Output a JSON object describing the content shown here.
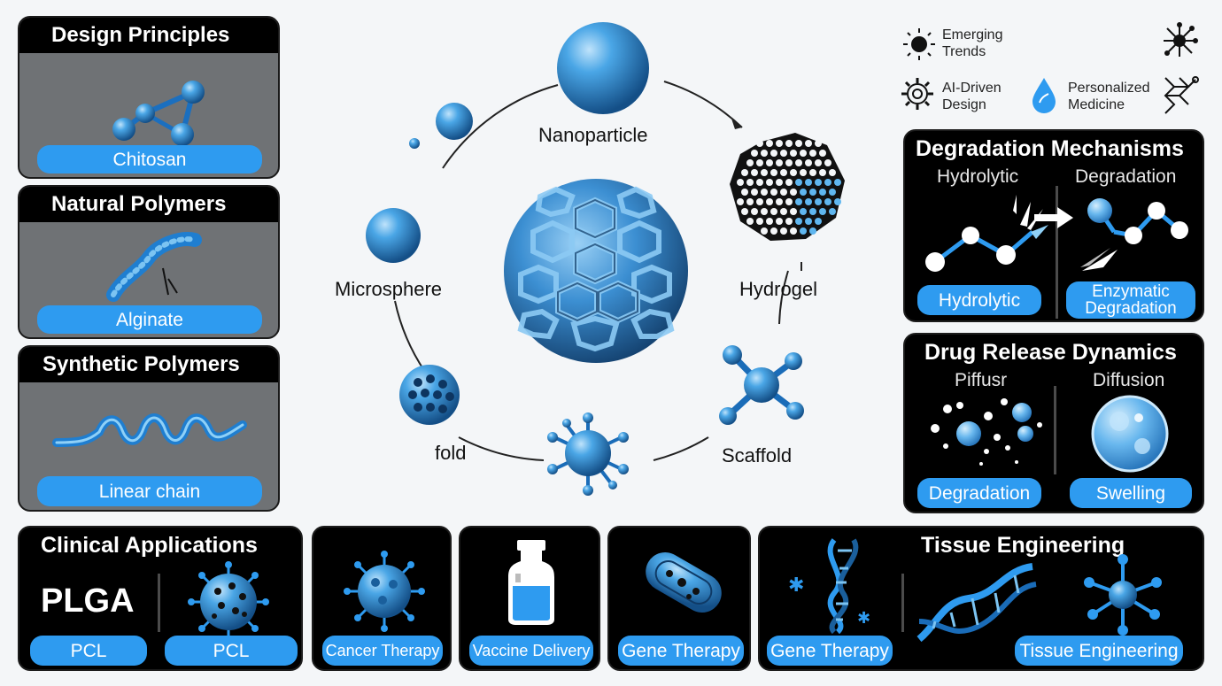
{
  "left_panels": [
    {
      "title": "Design Principles",
      "pill": "Chitosan"
    },
    {
      "title": "Natural Polymers",
      "pill": "Alginate"
    },
    {
      "title": "Synthetic Polymers",
      "pill": "Linear chain"
    }
  ],
  "center": {
    "nanoparticle": "Nanoparticle",
    "microsphere": "Microsphere",
    "hydrogel": "Hydrogel",
    "fold": "fold",
    "scaffold": "Scaffold"
  },
  "legend": {
    "emerging": "Emerging Trends",
    "ai": "AI-Driven Design",
    "personalized": "Personalized Medicine"
  },
  "degradation": {
    "title": "Degradation Mechanisms",
    "left_sub": "Hydrolytic",
    "right_sub": "Degradation",
    "left_pill": "Hydrolytic",
    "right_pill": "Enzymatic Degradation"
  },
  "release": {
    "title": "Drug Release Dynamics",
    "left_sub": "Piffusr",
    "right_sub": "Diffusion",
    "left_pill": "Degradation",
    "right_pill": "Swelling"
  },
  "clinical": {
    "title": "Clinical Applications",
    "plga": "PLGA",
    "pill_1": "PCL",
    "pill_2": "PCL",
    "cancer": "Cancer Therapy",
    "vaccine": "Vaccine Delivery",
    "gene_1": "Gene Therapy",
    "gene_2": "Gene Therapy"
  },
  "tissue": {
    "title": "Tissue Engineering",
    "pill": "Tissue Engineering"
  },
  "colors": {
    "accent": "#2e9bf0",
    "sphere_light": "#7cc4f2",
    "sphere_dark": "#1a5f9c",
    "panel_dark": "#000000",
    "panel_grey": "#6f7275"
  }
}
